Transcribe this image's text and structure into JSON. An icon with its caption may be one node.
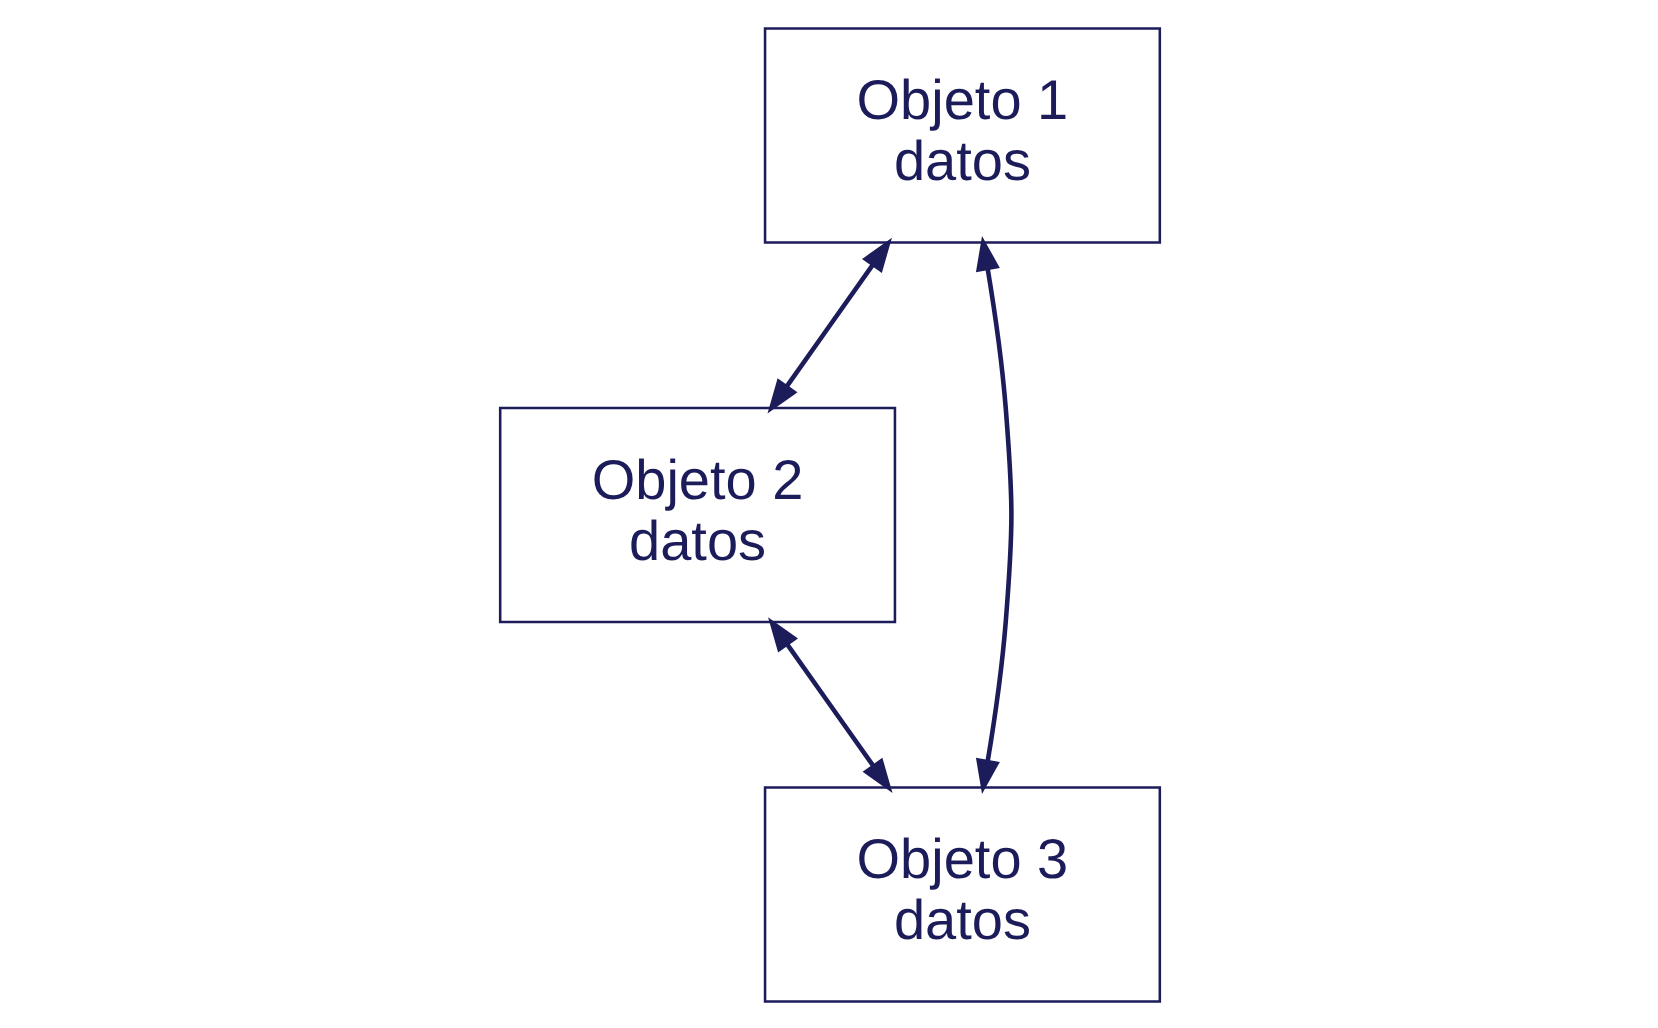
{
  "diagram": {
    "nodes": [
      {
        "text": [
          "Objeto 1",
          "datos"
        ]
      },
      {
        "text": [
          "Objeto 2",
          "datos"
        ]
      },
      {
        "text": [
          "Objeto 3",
          "datos"
        ]
      }
    ],
    "edges": [
      {
        "from": 0,
        "to": 1,
        "arrow": "both"
      },
      {
        "from": 0,
        "to": 2,
        "arrow": "both"
      },
      {
        "from": 1,
        "to": 2,
        "arrow": "both"
      }
    ]
  }
}
